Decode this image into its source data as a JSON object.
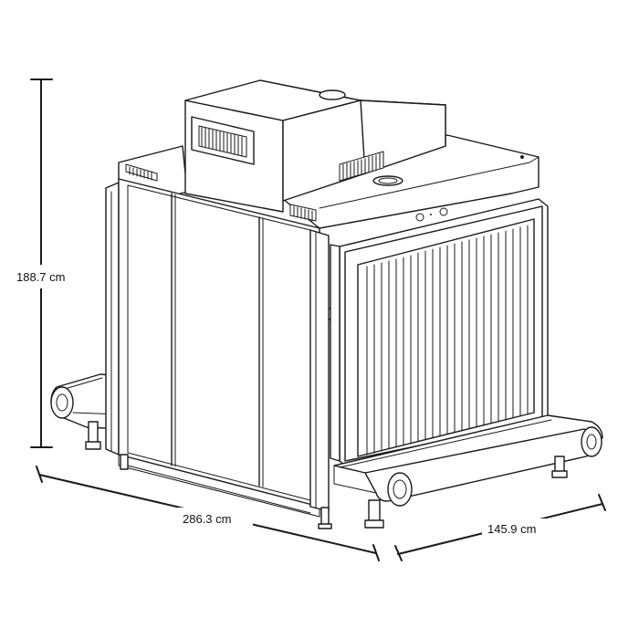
{
  "dimensions": {
    "height": "188.7 cm",
    "length": "286.3 cm",
    "width": "145.9  cm"
  }
}
